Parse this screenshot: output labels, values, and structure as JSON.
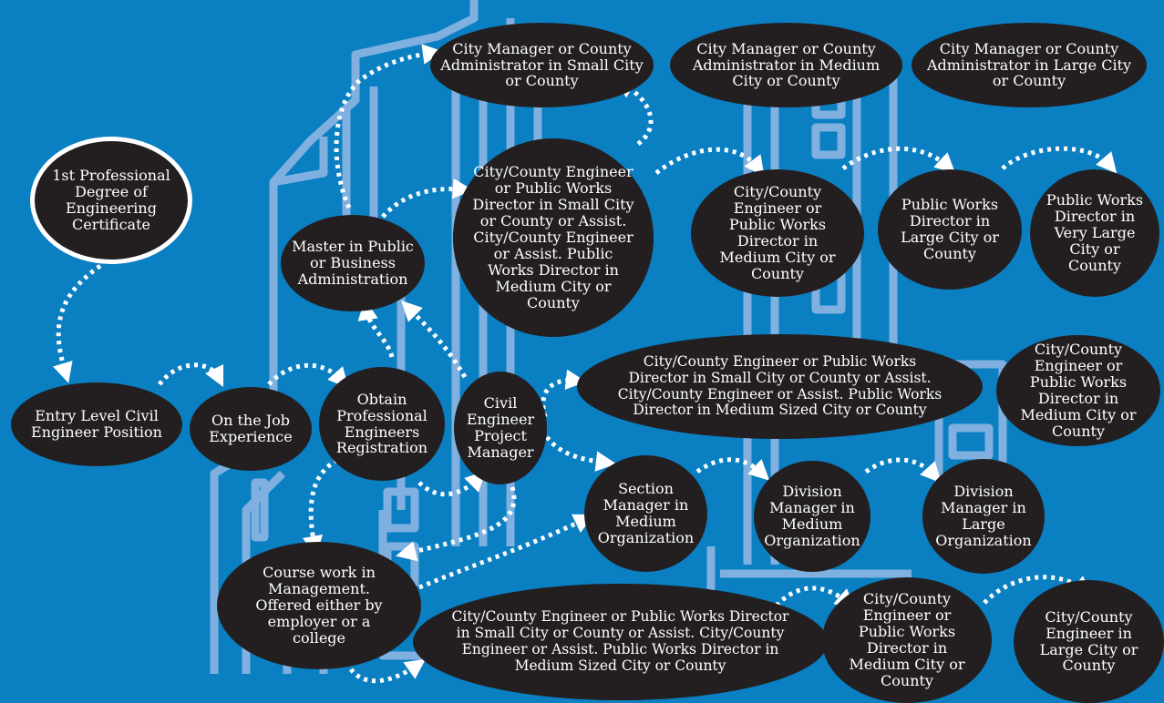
{
  "colors": {
    "background": "#0a7fc2",
    "building": "#7fb0e0",
    "node_fill": "#231f20",
    "node_text": "#ffffff",
    "arrow": "#ffffff"
  },
  "nodes": {
    "degree": "1st Professional Degree of Engineering Certificate",
    "entry": "Entry Level Civil Engineer Position",
    "otj": "On the Job Experience",
    "reg": "Obtain Professional Engineers Registration",
    "cepm": "Civil Engineer Project Manager",
    "mpa": "Master in Public or Business Administration",
    "cmsmall": "City Manager or County Administrator in Small City or County",
    "cmmed": "City Manager or County Administrator in Medium City or County",
    "cmlarge": "City Manager or County Administrator in Large City or County",
    "ceSmallAssist": "City/County Engineer or Public Works Director in Small City or County or Assist. City/County Engineer or Assist. Public Works Director in Medium City or County",
    "ceMed1": "City/County Engineer or Public Works Director in Medium City or County",
    "pwLarge": "Public Works Director in Large City or County",
    "pwVeryLarge": "Public Works Director in Very Large City or County",
    "ceWide1": "City/County Engineer or Public Works Director in Small City or County or Assist. City/County Engineer or Assist. Public Works Director in Medium Sized City or County",
    "ceMed2": "City/County Engineer or Public Works Director in Medium City or County",
    "secMgr": "Section Manager in Medium Organization",
    "divMed": "Division Manager in Medium Organization",
    "divLarge": "Division Manager in Large Organization",
    "course": "Course work in Management. Offered either by employer or a college",
    "ceWide2": "City/County Engineer or Public Works Director in Small City or County or Assist. City/County Engineer or Assist. Public Works Director in Medium Sized City or County",
    "ceMed3": "City/County Engineer or Public Works Director in Medium City or County",
    "ceLarge": "City/County Engineer in Large City or County"
  }
}
